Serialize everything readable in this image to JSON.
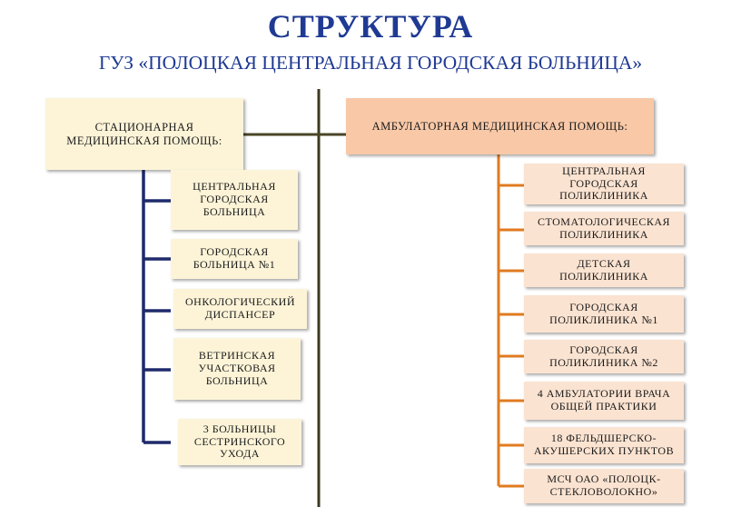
{
  "header": {
    "title": "СТРУКТУРА",
    "subtitle": "ГУЗ «ПОЛОЦКАЯ ЦЕНТРАЛЬНАЯ  ГОРОДСКАЯ БОЛЬНИЦА»"
  },
  "left": {
    "heading": [
      "СТАЦИОНАРНАЯ",
      "МЕДИЦИНСКАЯ ПОМОЩЬ:"
    ],
    "items": [
      [
        "ЦЕНТРАЛЬНАЯ",
        "ГОРОДСКАЯ",
        "БОЛЬНИЦА"
      ],
      [
        "ГОРОДСКАЯ",
        "БОЛЬНИЦА №1"
      ],
      [
        "ОНКОЛОГИЧЕСКИЙ",
        "ДИСПАНСЕР"
      ],
      [
        "ВЕТРИНСКАЯ",
        "УЧАСТКОВАЯ",
        "БОЛЬНИЦА"
      ],
      [
        "3 БОЛЬНИЦЫ",
        "СЕСТРИНСКОГО",
        "УХОДА"
      ]
    ]
  },
  "right": {
    "heading": [
      "АМБУЛАТОРНАЯ МЕДИЦИНСКАЯ ПОМОЩЬ:"
    ],
    "items": [
      [
        "ЦЕНТРАЛЬНАЯ",
        "ГОРОДСКАЯ",
        "ПОЛИКЛИНИКА"
      ],
      [
        "СТОМАТОЛОГИЧЕСКАЯ",
        "ПОЛИКЛИНИКА"
      ],
      [
        "ДЕТСКАЯ",
        "ПОЛИКЛИНИКА"
      ],
      [
        "ГОРОДСКАЯ",
        "ПОЛИКЛИНИКА №1"
      ],
      [
        "ГОРОДСКАЯ",
        "ПОЛИКЛИНИКА №2"
      ],
      [
        "4 АМБУЛАТОРИИ ВРАЧА",
        "ОБЩЕЙ ПРАКТИКИ"
      ],
      [
        "18 ФЕЛЬДШЕРСКО-",
        "АКУШЕРСКИХ ПУНКТОВ"
      ],
      [
        "МСЧ ОАО «ПОЛОЦК-",
        "СТЕКЛОВОЛОКНО»"
      ]
    ]
  },
  "colors": {
    "title": "#1f3a93",
    "left_line": "#1f2a6b",
    "right_line": "#e07b20",
    "center_line": "#3b3a20",
    "left_box": "#fdf4d8",
    "right_box": "#fbe3d1",
    "right_head": "#f8c8a7"
  }
}
